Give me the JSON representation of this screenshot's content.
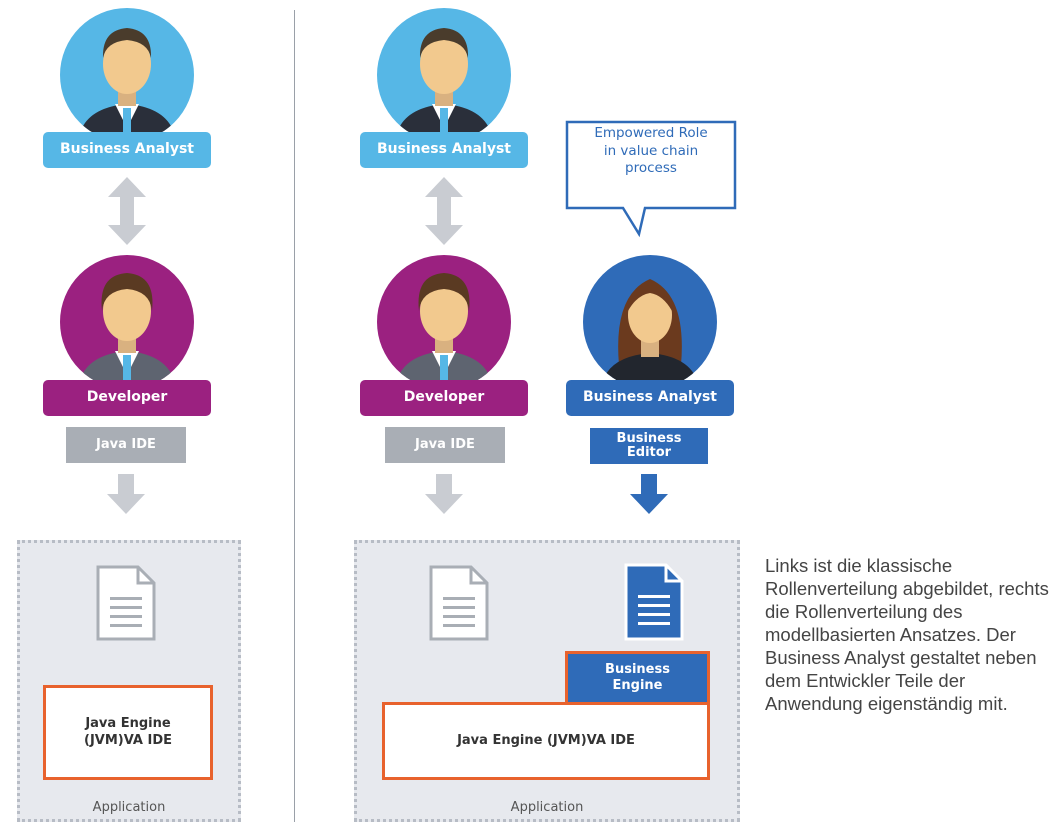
{
  "left": {
    "top_role": "Business Analyst",
    "developer_role": "Developer",
    "tool": "Java IDE",
    "engine": "Java Engine\n(JVM)VA IDE",
    "app_label": "Application"
  },
  "right": {
    "top_role": "Business Analyst",
    "developer_role": "Developer",
    "tool": "Java IDE",
    "callout": "Empowered Role\nin value chain\nprocess",
    "analyst_role": "Business Analyst",
    "analyst_tool": "Business\nEditor",
    "business_engine": "Business\nEngine",
    "engine": "Java Engine (JVM)VA IDE",
    "app_label": "Application"
  },
  "description": "Links ist die klassische Rollenverteilung abgebildet, rechts die Rollenverteilung des modellbasierten Ansatzes. Der Business Analyst gestaltet neben dem Entwickler Teile der Anwendung eigenständig mit.",
  "colors": {
    "light_blue": "#56b7e6",
    "purple": "#9b2180",
    "dark_blue": "#2f6bb8",
    "gray": "#a9aeb5",
    "orange": "#e8622d",
    "panel": "#e7e9ee"
  }
}
